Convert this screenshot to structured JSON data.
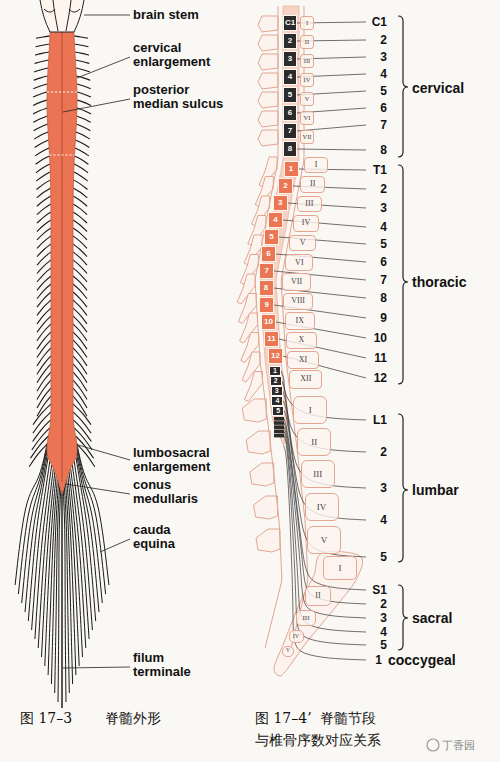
{
  "diagram": {
    "nodes": [
      {
        "text": [
          "C1"
        ]
      },
      {
        "text": [
          "2"
        ]
      },
      {
        "text": [
          "3"
        ]
      },
      {
        "text": [
          "4"
        ]
      },
      {
        "text": [
          "5"
        ]
      },
      {
        "text": [
          "6"
        ]
      },
      {
        "text": [
          "7"
        ]
      },
      {
        "text": [
          "8"
        ]
      },
      {
        "text": [
          "1"
        ]
      },
      {
        "text": [
          "2"
        ]
      },
      {
        "text": [
          "3"
        ]
      },
      {
        "text": [
          "4"
        ]
      },
      {
        "text": [
          "5"
        ]
      },
      {
        "text": [
          "6"
        ]
      },
      {
        "text": [
          "7"
        ]
      },
      {
        "text": [
          "8"
        ]
      },
      {
        "text": [
          "9"
        ]
      },
      {
        "text": [
          "10"
        ]
      },
      {
        "text": [
          "11"
        ]
      },
      {
        "text": [
          "12"
        ]
      },
      {
        "text": [
          "1"
        ]
      },
      {
        "text": [
          "2"
        ]
      },
      {
        "text": [
          "3"
        ]
      },
      {
        "text": [
          "4"
        ]
      },
      {
        "text": [
          "5"
        ]
      },
      {
        "text": [
          "I"
        ]
      },
      {
        "text": [
          "II"
        ]
      },
      {
        "text": [
          "III"
        ]
      },
      {
        "text": [
          "IV"
        ]
      },
      {
        "text": [
          "V"
        ]
      },
      {
        "text": [
          "VI"
        ]
      },
      {
        "text": [
          "VII"
        ]
      },
      {
        "text": [
          "I"
        ]
      },
      {
        "text": [
          "II"
        ]
      },
      {
        "text": [
          "III"
        ]
      },
      {
        "text": [
          "IV"
        ]
      },
      {
        "text": [
          "V"
        ]
      },
      {
        "text": [
          "VI"
        ]
      },
      {
        "text": [
          "VII"
        ]
      },
      {
        "text": [
          "VIII"
        ]
      },
      {
        "text": [
          "IX"
        ]
      },
      {
        "text": [
          "X"
        ]
      },
      {
        "text": [
          "XI"
        ]
      },
      {
        "text": [
          "XII"
        ]
      },
      {
        "text": [
          "I"
        ]
      },
      {
        "text": [
          "II"
        ]
      },
      {
        "text": [
          "III"
        ]
      },
      {
        "text": [
          "IV"
        ]
      },
      {
        "text": [
          "V"
        ]
      },
      {
        "text": [
          "I"
        ]
      },
      {
        "text": [
          "II"
        ]
      },
      {
        "text": [
          "III"
        ]
      },
      {
        "text": [
          "IV"
        ]
      },
      {
        "text": [
          "V"
        ]
      }
    ],
    "labels": [
      "brain stem",
      "cervical enlargement",
      "posterior median sulcus",
      "lumbosacral enlargement",
      "conus medullaris",
      "cauda equina",
      "filum terminale",
      "C1",
      "2",
      "3",
      "4",
      "5",
      "6",
      "7",
      "8",
      "T1",
      "2",
      "3",
      "4",
      "5",
      "6",
      "7",
      "8",
      "9",
      "10",
      "11",
      "12",
      "L1",
      "2",
      "3",
      "4",
      "5",
      "S1",
      "2",
      "3",
      "4",
      "5",
      "1",
      "cervical",
      "thoracic",
      "lumbar",
      "sacral",
      "coccygeal",
      "图 17–3",
      "脊髓外形",
      "图 17–4’",
      "脊髓节段 与椎骨序数对应关系",
      "丁香园"
    ]
  }
}
